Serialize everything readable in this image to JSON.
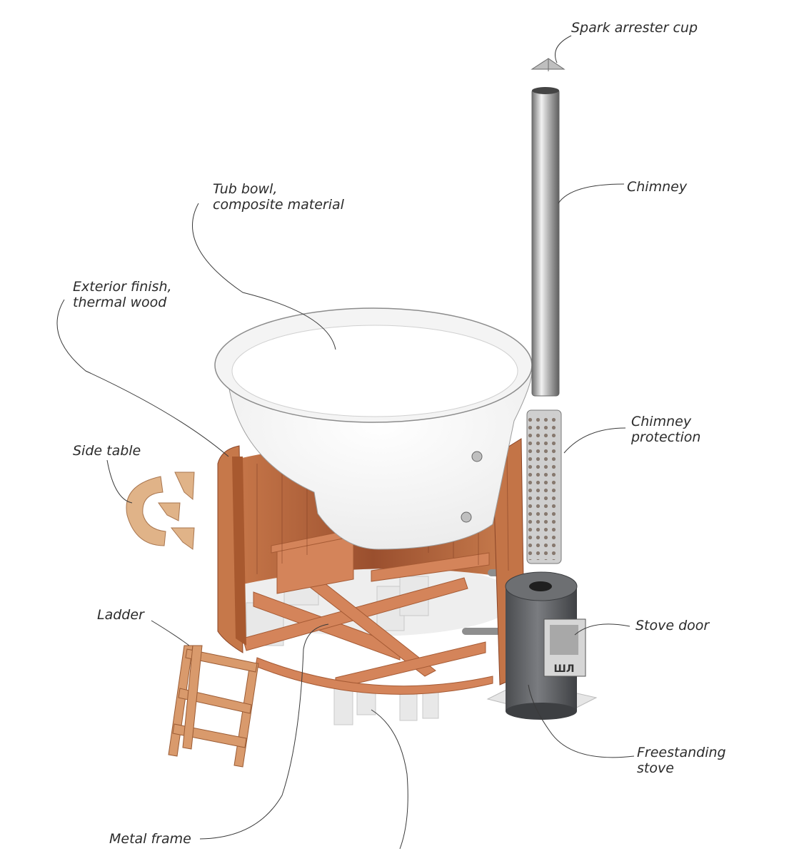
{
  "labels": {
    "spark_arrester": "Spark arrester cup",
    "chimney": "Chimney",
    "tub_bowl": [
      "Tub bowl,",
      "composite material"
    ],
    "exterior": [
      "Exterior finish,",
      "thermal wood"
    ],
    "side_table": "Side table",
    "chimney_protection": [
      "Chimney",
      "protection"
    ],
    "ladder": "Ladder",
    "stove_door": "Stove door",
    "stove": [
      "Freestanding",
      "stove"
    ],
    "metal_frame": "Metal frame"
  },
  "colors": {
    "wood_dark": "#8e4a2c",
    "wood_light": "#d99a6c",
    "frame": "#d07f52",
    "bowl": "#fbfbfb",
    "steel": "#9c9c9c",
    "stove": "#5d5f62"
  }
}
